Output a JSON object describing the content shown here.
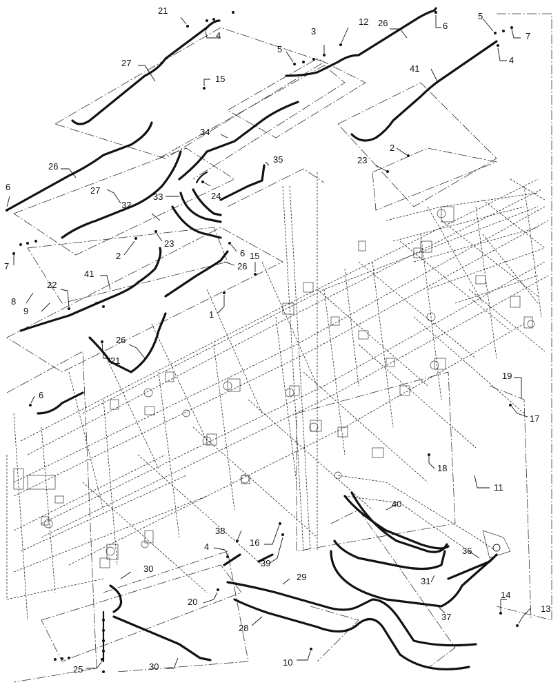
{
  "diagram": {
    "callouts": [
      "21",
      "4",
      "3",
      "12",
      "26",
      "6",
      "5",
      "7",
      "27",
      "5",
      "41",
      "4",
      "15",
      "34",
      "35",
      "2",
      "23",
      "26",
      "6",
      "27",
      "33",
      "24",
      "32",
      "23",
      "2",
      "6",
      "7",
      "41",
      "26",
      "15",
      "8",
      "22",
      "9",
      "1",
      "21",
      "26",
      "6",
      "19",
      "17",
      "18",
      "11",
      "40",
      "38",
      "16",
      "4",
      "39",
      "31",
      "36",
      "30",
      "29",
      "20",
      "37",
      "14",
      "13",
      "28",
      "10",
      "30",
      "25"
    ]
  }
}
